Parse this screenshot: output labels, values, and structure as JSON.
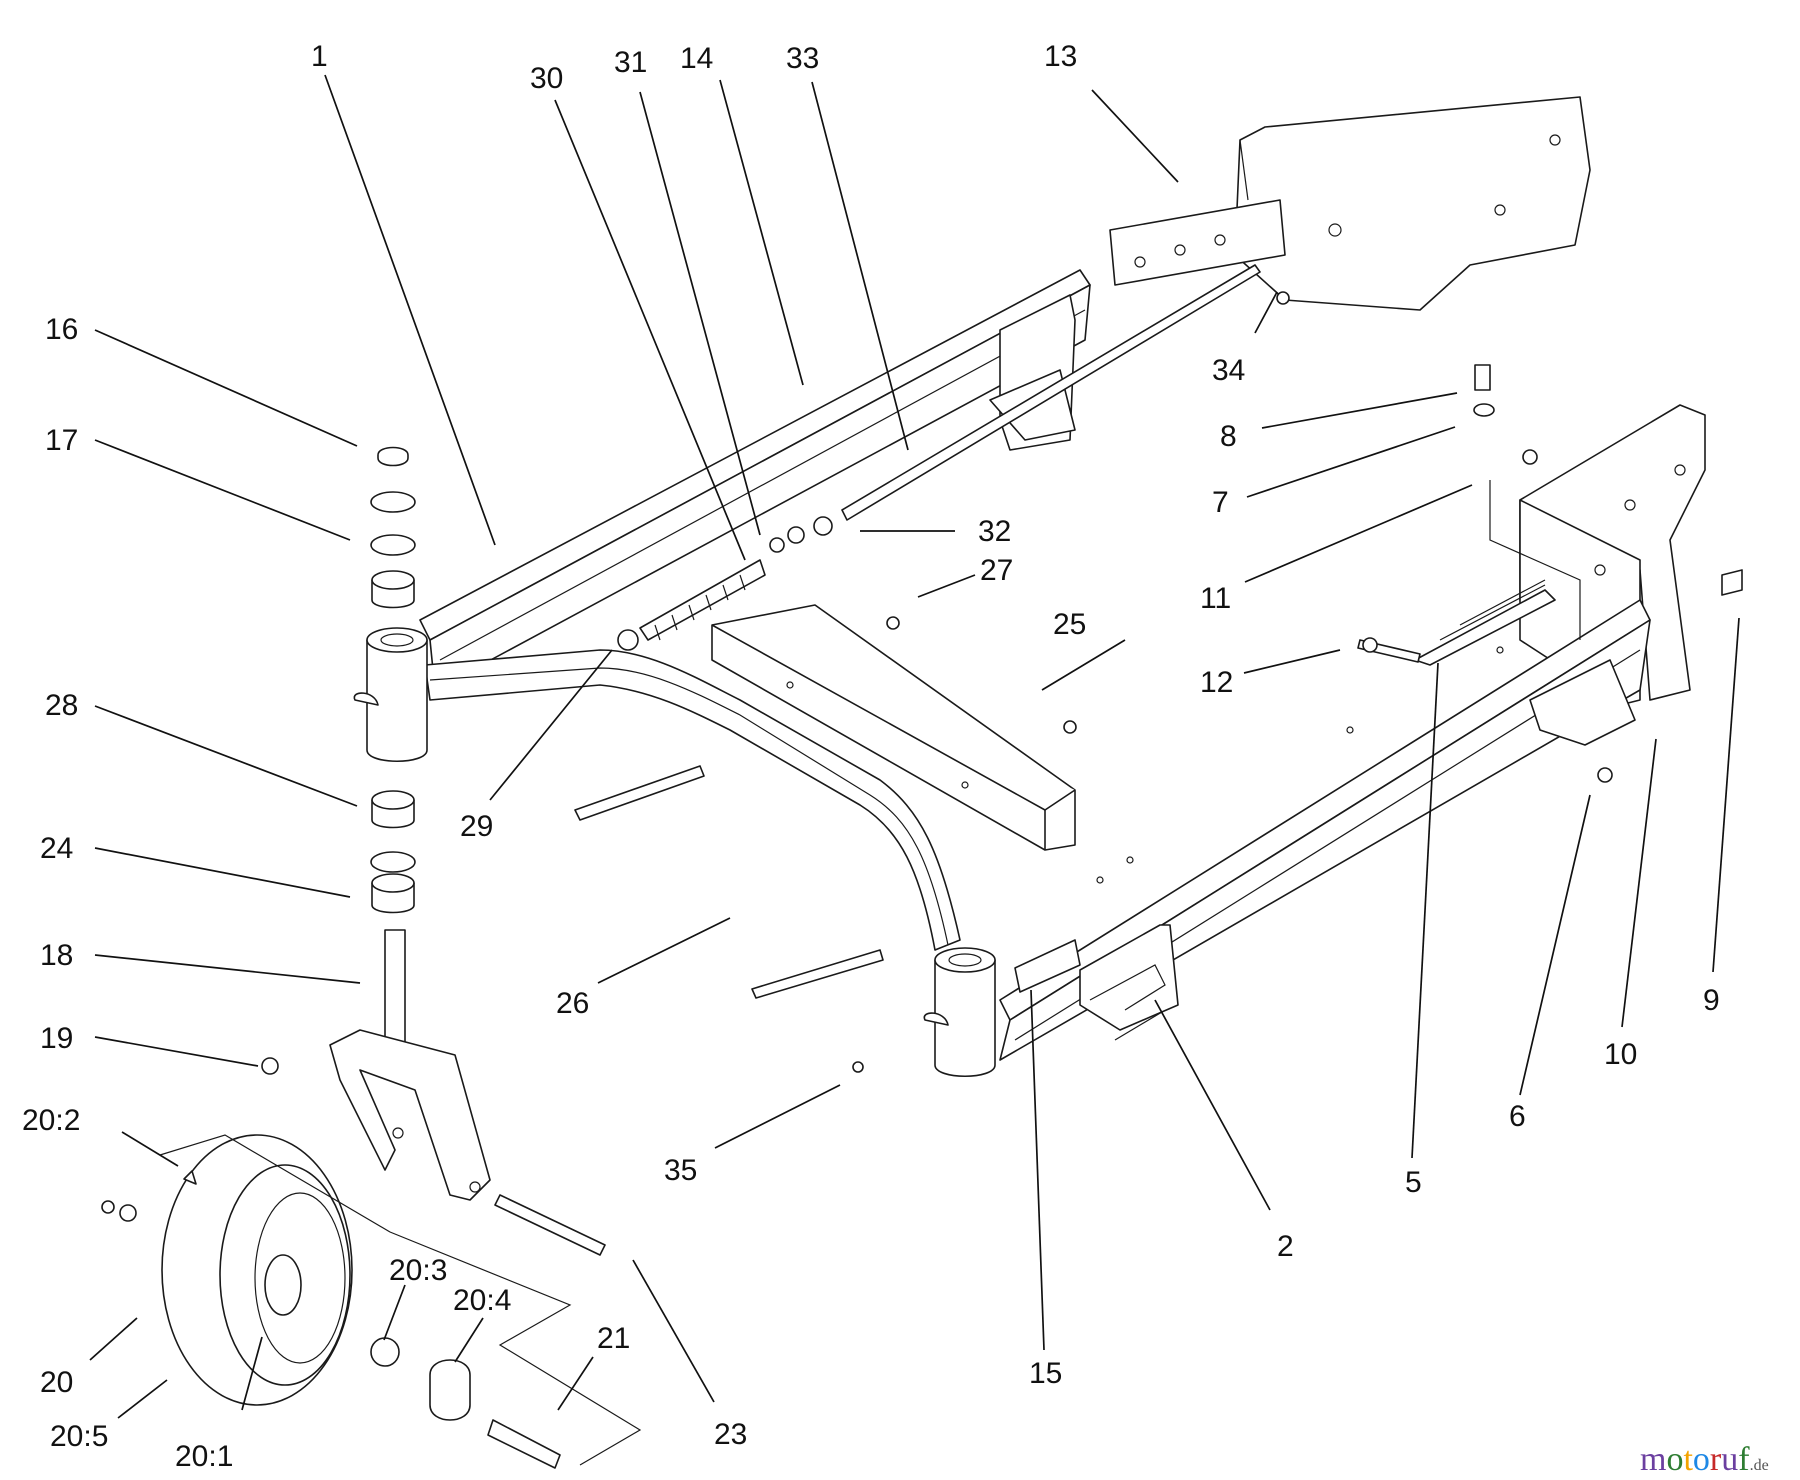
{
  "labels": [
    "1",
    "30",
    "31",
    "14",
    "33",
    "13",
    "16",
    "17",
    "34",
    "8",
    "7",
    "32",
    "27",
    "11",
    "25",
    "12",
    "28",
    "29",
    "24",
    "26",
    "18",
    "19",
    "20:2",
    "35",
    "20:3",
    "20:4",
    "21",
    "20",
    "20:5",
    "20:1",
    "23",
    "15",
    "2",
    "5",
    "6",
    "10",
    "9"
  ],
  "watermark": {
    "main": "motoruf",
    "suffix": ".de",
    "colors": [
      "#6b3fa0",
      "#2e7d32",
      "#f4a300",
      "#1e88e5",
      "#c62828"
    ]
  }
}
